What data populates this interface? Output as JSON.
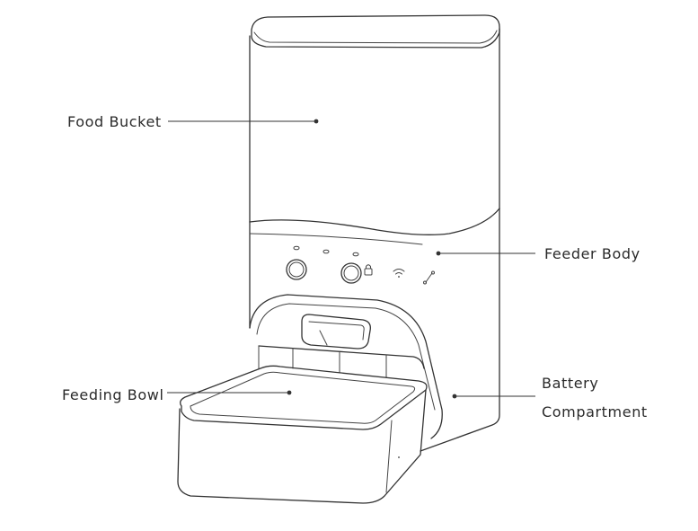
{
  "callouts": {
    "food_bucket": "Food Bucket",
    "feeder_body": "Feeder Body",
    "battery_line1": "Battery",
    "battery_line2": "Compartment",
    "feeding_bowl": "Feeding Bowl"
  },
  "colors": {
    "line": "#333333",
    "background": "#ffffff"
  }
}
